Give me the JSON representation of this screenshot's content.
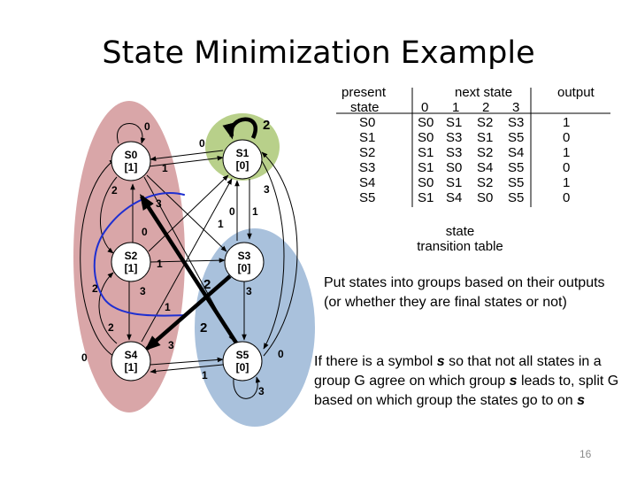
{
  "slide": {
    "title": "State Minimization Example",
    "page_number": "16"
  },
  "graph": {
    "colors": {
      "output1_group": "#d9a6a8",
      "s1_highlight": "#b8d08a",
      "output0_group": "#a9c1dc",
      "blue_mark": "#1f2fd1"
    },
    "states": [
      {
        "id": "S0",
        "name": "S0",
        "output": "[1]"
      },
      {
        "id": "S1",
        "name": "S1",
        "output": "[0]"
      },
      {
        "id": "S2",
        "name": "S2",
        "output": "[1]"
      },
      {
        "id": "S3",
        "name": "S3",
        "output": "[0]"
      },
      {
        "id": "S4",
        "name": "S4",
        "output": "[1]"
      },
      {
        "id": "S5",
        "name": "S5",
        "output": "[0]"
      }
    ],
    "labels": [
      "0",
      "0",
      "2",
      "1",
      "2",
      "3",
      "3",
      "0",
      "1",
      "1",
      "0",
      "1",
      "2",
      "3",
      "3",
      "2",
      "1",
      "2",
      "2",
      "3",
      "0",
      "0",
      "1",
      "3"
    ]
  },
  "table": {
    "header_present": [
      "present",
      "state"
    ],
    "header_next": "next state",
    "header_output": "output",
    "inputs": [
      "0",
      "1",
      "2",
      "3"
    ],
    "rows": [
      {
        "state": "S0",
        "next": [
          "S0",
          "S1",
          "S2",
          "S3"
        ],
        "output": "1"
      },
      {
        "state": "S1",
        "next": [
          "S0",
          "S3",
          "S1",
          "S5"
        ],
        "output": "0"
      },
      {
        "state": "S2",
        "next": [
          "S1",
          "S3",
          "S2",
          "S4"
        ],
        "output": "1"
      },
      {
        "state": "S3",
        "next": [
          "S1",
          "S0",
          "S4",
          "S5"
        ],
        "output": "0"
      },
      {
        "state": "S4",
        "next": [
          "S0",
          "S1",
          "S2",
          "S5"
        ],
        "output": "1"
      },
      {
        "state": "S5",
        "next": [
          "S1",
          "S4",
          "S0",
          "S5"
        ],
        "output": "0"
      }
    ],
    "caption_line1": "state",
    "caption_line2": "transition table"
  },
  "text": {
    "para1": "Put states into groups based on their outputs (or whether they are final states or not)",
    "para2_a": "If there is a symbol ",
    "para2_sym1": "s",
    "para2_b": " so that not all states in a group G agree on which group ",
    "para2_sym2": "s",
    "para2_c": " leads to, split G based on which group the states go to on ",
    "para2_sym3": "s"
  }
}
